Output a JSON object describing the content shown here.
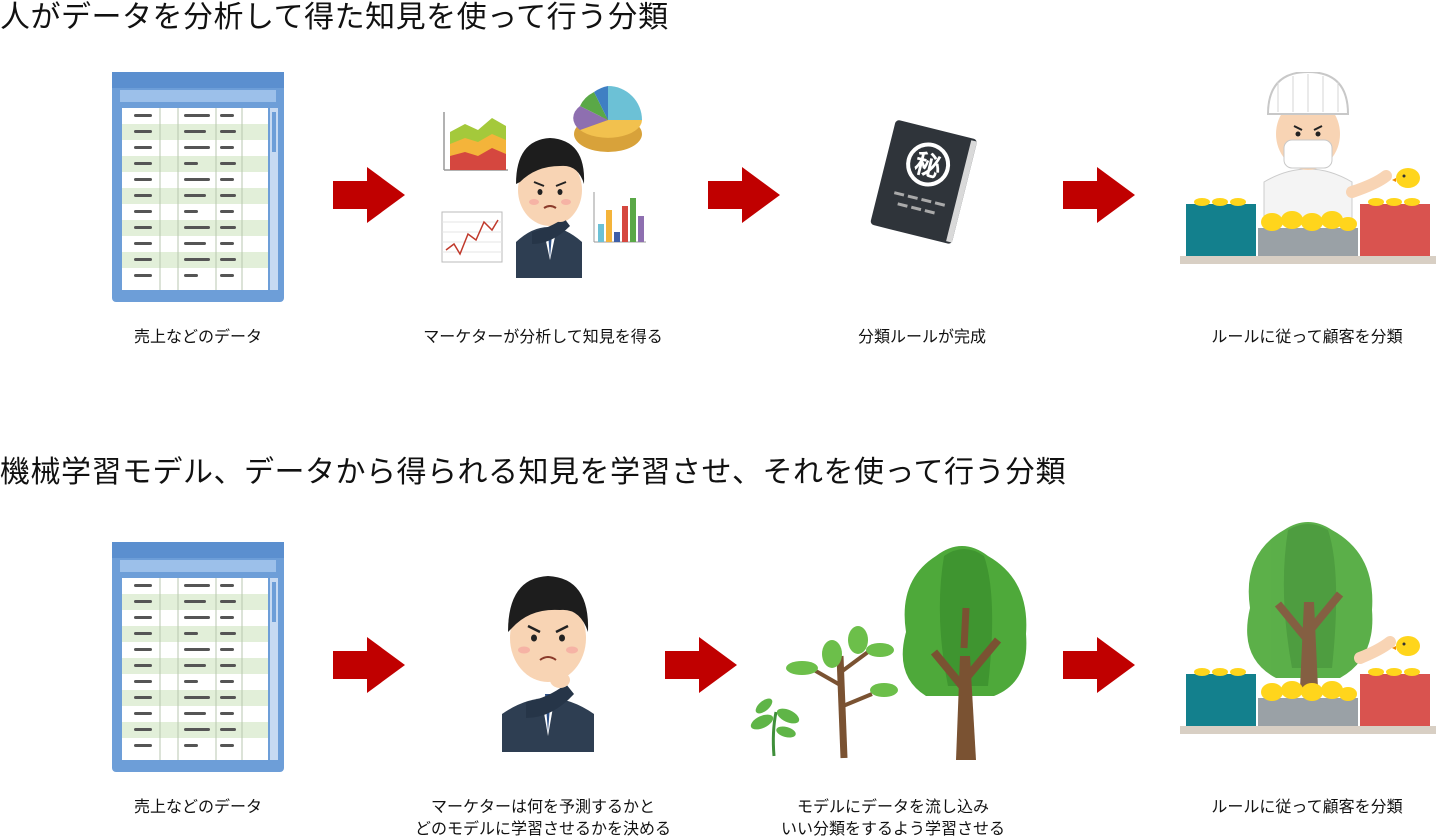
{
  "section1": {
    "title": "人がデータを分析して得た知見を使って行う分類",
    "steps": [
      {
        "caption": "売上などのデータ"
      },
      {
        "caption": "マーケターが分析して知見を得る"
      },
      {
        "caption": "分類ルールが完成"
      },
      {
        "caption": "ルールに従って顧客を分類"
      }
    ],
    "secret_mark": "秘"
  },
  "section2": {
    "title": "機械学習モデル、データから得られる知見を学習させ、それを使って行う分類",
    "steps": [
      {
        "caption": "売上などのデータ"
      },
      {
        "caption_line1": "マーケターは何を予測するかと",
        "caption_line2": "どのモデルに学習させるかを決める"
      },
      {
        "caption_line1": "モデルにデータを流し込み",
        "caption_line2": "いい分類をするよう学習させる"
      },
      {
        "caption": "ルールに従って顧客を分類"
      }
    ]
  },
  "colors": {
    "arrow": "#c00000",
    "sheet_frame": "#5b8fcf",
    "sheet_row_alt": "#e2efd9",
    "bin_teal": "#13808d",
    "bin_red": "#d9534f",
    "tree_green": "#4ea93a",
    "trunk": "#6b4a2e"
  }
}
